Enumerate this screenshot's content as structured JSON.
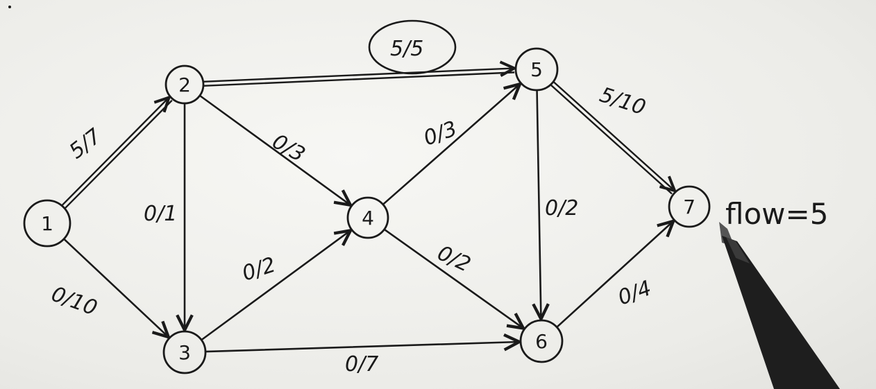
{
  "nodes": [
    {
      "id": "1",
      "label": "1"
    },
    {
      "id": "2",
      "label": "2"
    },
    {
      "id": "3",
      "label": "3"
    },
    {
      "id": "4",
      "label": "4"
    },
    {
      "id": "5",
      "label": "5"
    },
    {
      "id": "6",
      "label": "6"
    },
    {
      "id": "7",
      "label": "7"
    }
  ],
  "edges": [
    {
      "from": "1",
      "to": "2",
      "label": "5/7",
      "augmenting": true
    },
    {
      "from": "1",
      "to": "3",
      "label": "0/10",
      "augmenting": false
    },
    {
      "from": "2",
      "to": "3",
      "label": "0/1",
      "augmenting": false
    },
    {
      "from": "2",
      "to": "4",
      "label": "0/3",
      "augmenting": false
    },
    {
      "from": "2",
      "to": "5",
      "label": "5/5",
      "augmenting": true,
      "circled": true
    },
    {
      "from": "3",
      "to": "4",
      "label": "0/2",
      "augmenting": false
    },
    {
      "from": "3",
      "to": "6",
      "label": "0/7",
      "augmenting": false
    },
    {
      "from": "4",
      "to": "5",
      "label": "0/3",
      "augmenting": false
    },
    {
      "from": "4",
      "to": "6",
      "label": "0/2",
      "augmenting": false
    },
    {
      "from": "5",
      "to": "6",
      "label": "0/2",
      "augmenting": false
    },
    {
      "from": "5",
      "to": "7",
      "label": "5/10",
      "augmenting": true
    },
    {
      "from": "6",
      "to": "7",
      "label": "0/4",
      "augmenting": false
    }
  ],
  "annotation": {
    "text": "flow=5"
  },
  "colors": {
    "ink": "#1a1a1a",
    "paper": "#f1f1ee",
    "pen_body": "#1e1e1e"
  },
  "icons": {
    "pen": "marker-pen-icon"
  }
}
